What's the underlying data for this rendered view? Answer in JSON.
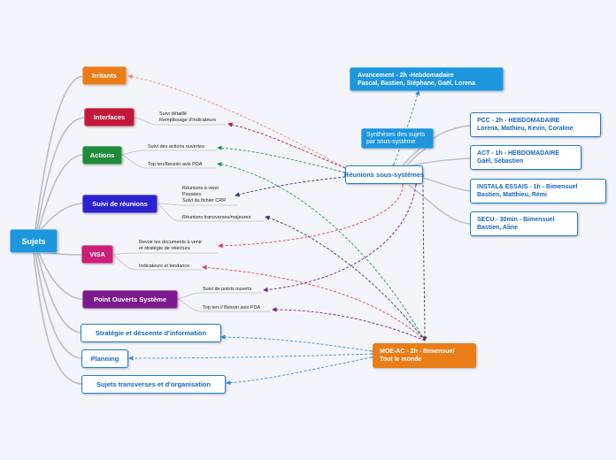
{
  "root": {
    "label": "Sujets"
  },
  "categories": [
    {
      "id": "irritants",
      "label": "Irritants",
      "color": "#ea7d17"
    },
    {
      "id": "interfaces",
      "label": "Interfaces",
      "color": "#c4173a"
    },
    {
      "id": "actions",
      "label": "Actions",
      "color": "#1e8a3a"
    },
    {
      "id": "suivi",
      "label": "Suivi de réunions",
      "color": "#2b22cf"
    },
    {
      "id": "visa",
      "label": "VISA",
      "color": "#cc1f77"
    },
    {
      "id": "pos",
      "label": "Point Ouverts Système",
      "color": "#7a1a8c"
    },
    {
      "id": "strategie",
      "label": "Stratégie et déscente d'information",
      "color": "#1e7ec8"
    },
    {
      "id": "planning",
      "label": "Planning",
      "color": "#1e7ec8"
    },
    {
      "id": "transverses",
      "label": "Sujets transverses et d'organisation",
      "color": "#1e7ec8"
    }
  ],
  "leaves": {
    "interfaces": [
      "Suivi détaillé",
      "Remplissage d'indicateurs"
    ],
    "actions_1": [
      "Suivi des actions ouvertes"
    ],
    "actions_2": [
      "Top ten//besoin avis PDA"
    ],
    "suivi_1": [
      "Réunions à venir",
      "Passées",
      "Suivi du fichier CRR"
    ],
    "suivi_2": [
      "Réunions transverses/majeures"
    ],
    "visa_1": [
      "Revoir les documents à venir",
      "et stratégie de relecture"
    ],
    "visa_2": [
      "Indicateurs et tendance"
    ],
    "pos_1": [
      "Suivi de points ouverts"
    ],
    "pos_2": [
      "Top ten // Besoin avis PDA"
    ]
  },
  "reunions": {
    "label": "Réunions sous-systèmes",
    "synthese": [
      "Synthèses des sujets",
      "par sous-système"
    ],
    "avancement": [
      "Avancement - 2h -Hebdomadaire",
      "Pascal, Bastien, Stéphane, Gaël, Lorena"
    ],
    "subsystems": [
      [
        "PCC - 2h - HEBDOMADAIRE",
        "Lorena, Mathieu, Kevin, Coraline"
      ],
      [
        "ACT - 1h - HEBDOMADAIRE",
        "Gaël, Sébastien"
      ],
      [
        "INSTAL& ESSAIS - 1h - Bimensuel",
        "Bastien, Matthieu, Rémi"
      ],
      [
        "SECU - 30min - Bimensuel",
        "Bastien, Aline"
      ]
    ]
  },
  "moe": {
    "lines": [
      "MOE-AC - 2h - Bimensuel",
      "Tout le monde"
    ],
    "color": "#ea7d17"
  }
}
